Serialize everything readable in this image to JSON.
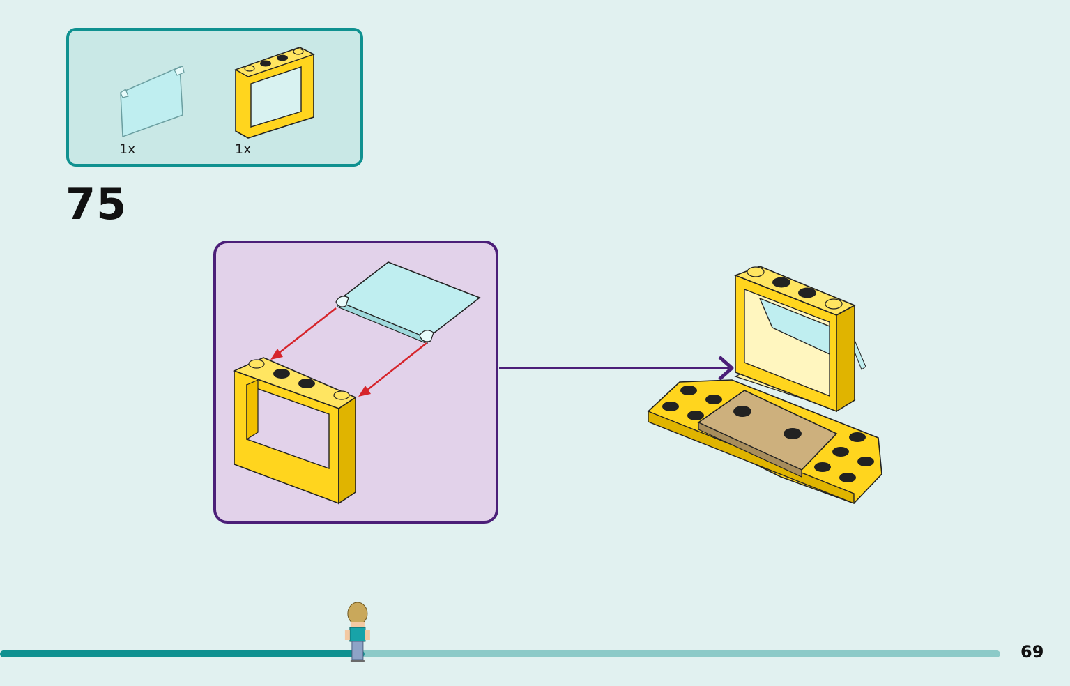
{
  "parts_list": {
    "items": [
      {
        "name": "glass-pane",
        "quantity": "1x"
      },
      {
        "name": "window-frame",
        "quantity": "1x"
      }
    ]
  },
  "step": {
    "number": "75"
  },
  "page": {
    "number": "69"
  },
  "progress": {
    "fraction": 0.34
  },
  "colors": {
    "teal": "#0f9190",
    "purple": "#4b1f78",
    "yellow": "#ffd51e",
    "glass": "#bfeef0",
    "tan": "#cdb07d",
    "red-arrow": "#d6242b"
  }
}
